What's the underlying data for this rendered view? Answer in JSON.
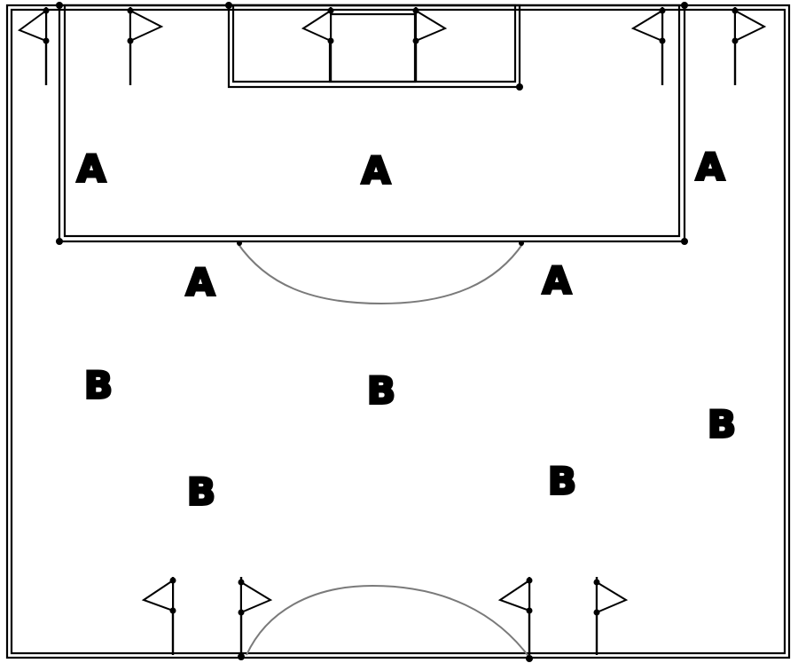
{
  "players": [
    {
      "label": "A",
      "team": "A"
    },
    {
      "label": "A",
      "team": "A"
    },
    {
      "label": "A",
      "team": "A"
    },
    {
      "label": "A",
      "team": "A"
    },
    {
      "label": "A",
      "team": "A"
    },
    {
      "label": "B",
      "team": "B"
    },
    {
      "label": "B",
      "team": "B"
    },
    {
      "label": "B",
      "team": "B"
    },
    {
      "label": "B",
      "team": "B"
    },
    {
      "label": "B",
      "team": "B"
    }
  ],
  "colors": {
    "lines": "#000000",
    "arcs": "#7a7a7a",
    "background": "#ffffff"
  },
  "icons": {
    "flag": "flag-icon"
  }
}
